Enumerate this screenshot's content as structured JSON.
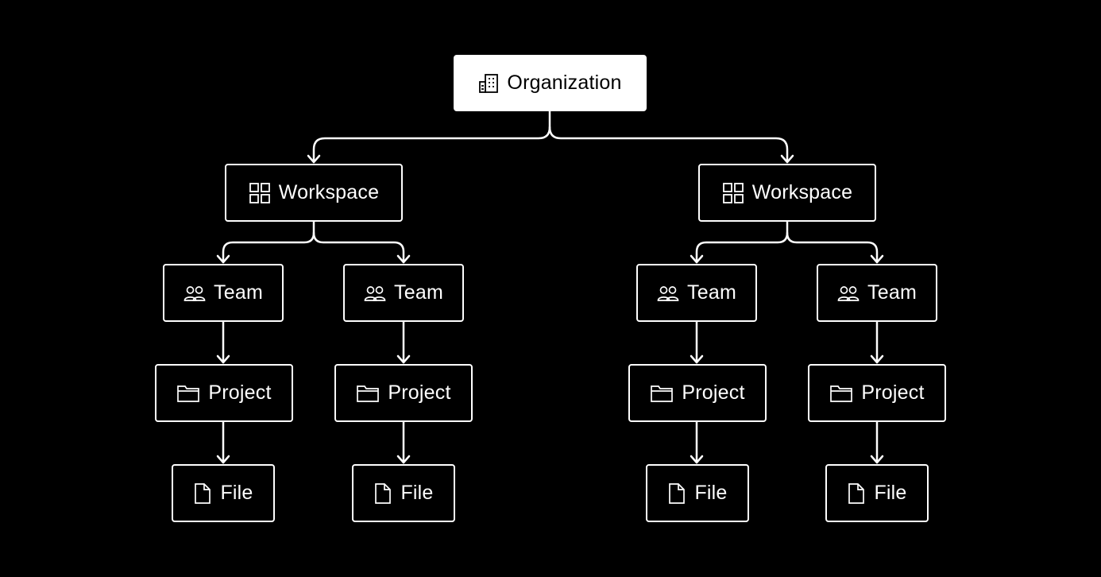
{
  "diagram": {
    "colors": {
      "background": "#000000",
      "line": "#ffffff",
      "root_fill": "#ffffff",
      "root_text": "#000000"
    },
    "organization": {
      "label": "Organization",
      "icon": "building-icon"
    },
    "workspaces": [
      {
        "label": "Workspace",
        "icon": "grid-icon",
        "teams": [
          {
            "label": "Team",
            "icon": "users-icon",
            "project": {
              "label": "Project",
              "icon": "folder-icon"
            },
            "file": {
              "label": "File",
              "icon": "file-icon"
            }
          },
          {
            "label": "Team",
            "icon": "users-icon",
            "project": {
              "label": "Project",
              "icon": "folder-icon"
            },
            "file": {
              "label": "File",
              "icon": "file-icon"
            }
          }
        ]
      },
      {
        "label": "Workspace",
        "icon": "grid-icon",
        "teams": [
          {
            "label": "Team",
            "icon": "users-icon",
            "project": {
              "label": "Project",
              "icon": "folder-icon"
            },
            "file": {
              "label": "File",
              "icon": "file-icon"
            }
          },
          {
            "label": "Team",
            "icon": "users-icon",
            "project": {
              "label": "Project",
              "icon": "folder-icon"
            },
            "file": {
              "label": "File",
              "icon": "file-icon"
            }
          }
        ]
      }
    ]
  }
}
